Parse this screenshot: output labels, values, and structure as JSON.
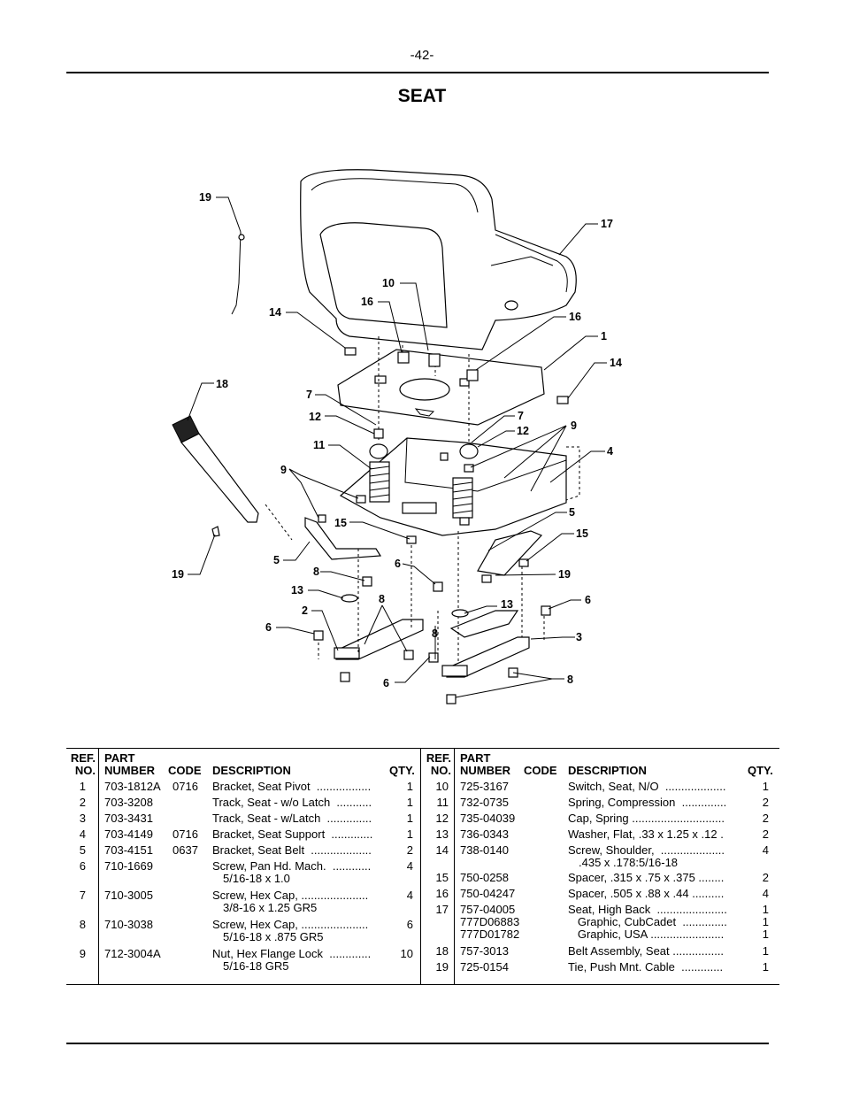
{
  "page": {
    "number": "-42-",
    "title": "SEAT"
  },
  "diagram": {
    "callouts": [
      "19",
      "17",
      "10",
      "16",
      "14",
      "16",
      "1",
      "14",
      "18",
      "7",
      "12",
      "7",
      "12",
      "9",
      "11",
      "4",
      "9",
      "15",
      "5",
      "15",
      "5",
      "8",
      "6",
      "19",
      "19",
      "13",
      "8",
      "13",
      "6",
      "2",
      "8",
      "6",
      "3",
      "6",
      "8"
    ]
  },
  "table": {
    "headers": {
      "ref1": "REF.",
      "ref2": "NO.",
      "part1": "PART",
      "part2": "NUMBER",
      "code": "CODE",
      "desc": "DESCRIPTION",
      "qty": "QTY."
    },
    "left_rows": [
      {
        "ref": "1",
        "part": "703-1812A",
        "code": "0716",
        "desc": "Bracket, Seat Pivot  .................",
        "qty": "1"
      },
      {
        "ref": "2",
        "part": "703-3208",
        "code": "",
        "desc": "Track, Seat - w/o Latch  ...........",
        "qty": "1"
      },
      {
        "ref": "3",
        "part": "703-3431",
        "code": "",
        "desc": "Track, Seat - w/Latch  ..............",
        "qty": "1"
      },
      {
        "ref": "4",
        "part": "703-4149",
        "code": "0716",
        "desc": "Bracket, Seat Support  .............",
        "qty": "1"
      },
      {
        "ref": "5",
        "part": "703-4151",
        "code": "0637",
        "desc": "Bracket, Seat Belt  ...................",
        "qty": "2"
      },
      {
        "ref": "6",
        "part": "710-1669",
        "code": "",
        "desc": "Screw, Pan Hd. Mach.  ............",
        "desc2": "5/16-18 x 1.0",
        "qty": "4"
      },
      {
        "ref": "7",
        "part": "710-3005",
        "code": "",
        "desc": "Screw, Hex Cap, .....................",
        "desc2": "3/8-16 x 1.25 GR5",
        "qty": "4"
      },
      {
        "ref": "8",
        "part": "710-3038",
        "code": "",
        "desc": "Screw, Hex Cap, .....................",
        "desc2": "5/16-18 x .875 GR5",
        "qty": "6"
      },
      {
        "ref": "9",
        "part": "712-3004A",
        "code": "",
        "desc": "Nut, Hex Flange Lock  .............",
        "desc2": "5/16-18 GR5",
        "qty": "10"
      }
    ],
    "right_rows": [
      {
        "ref": "10",
        "part": "725-3167",
        "code": "",
        "desc": "Switch, Seat, N/O  ...................",
        "qty": "1"
      },
      {
        "ref": "11",
        "part": "732-0735",
        "code": "",
        "desc": "Spring, Compression  ..............",
        "qty": "2"
      },
      {
        "ref": "12",
        "part": "735-04039",
        "code": "",
        "desc": "Cap, Spring .............................",
        "qty": "2"
      },
      {
        "ref": "13",
        "part": "736-0343",
        "code": "",
        "desc": "Washer, Flat, .33 x 1.25 x .12 .",
        "qty": "2"
      },
      {
        "ref": "14",
        "part": "738-0140",
        "code": "",
        "desc": "Screw, Shoulder,  ....................",
        "desc2": ".435 x .178:5/16-18",
        "qty": "4"
      },
      {
        "ref": "15",
        "part": "750-0258",
        "code": "",
        "desc": "Spacer, .315 x .75 x .375 ........",
        "qty": "2"
      },
      {
        "ref": "16",
        "part": "750-04247",
        "code": "",
        "desc": "Spacer, .505 x .88 x .44 ..........",
        "qty": "4"
      },
      {
        "ref": "17",
        "part": "757-04005",
        "code": "",
        "desc": "Seat, High Back  ......................",
        "qty": "1"
      },
      {
        "ref": "",
        "part": "777D06883",
        "code": "",
        "desc": "   Graphic, CubCadet  ..............",
        "qty": "1"
      },
      {
        "ref": "",
        "part": "777D01782",
        "code": "",
        "desc": "   Graphic, USA .......................",
        "qty": "1"
      },
      {
        "ref": "18",
        "part": "757-3013",
        "code": "",
        "desc": "Belt Assembly, Seat ................",
        "qty": "1"
      },
      {
        "ref": "19",
        "part": "725-0154",
        "code": "",
        "desc": "Tie, Push Mnt. Cable  .............",
        "qty": "1"
      }
    ]
  }
}
